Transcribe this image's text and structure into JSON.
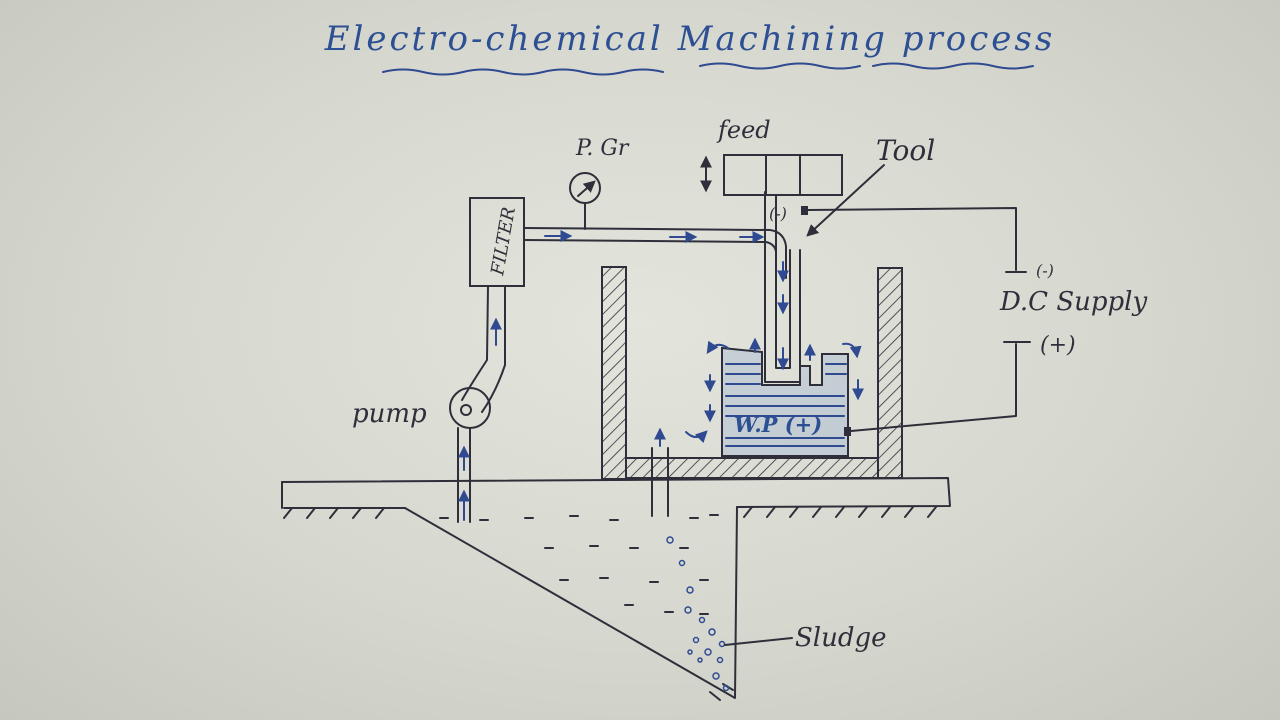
{
  "title": "Electro-chemical Machining process",
  "labels": {
    "pressure_gauge": "P. Gr",
    "feed": "feed",
    "tool": "Tool",
    "filter": "FILTER",
    "pump": "pump",
    "dc_supply": "D.C Supply",
    "negative": "(-)",
    "positive": "(+)",
    "tool_polarity": "(-)",
    "workpiece": "W.P (+)",
    "sludge": "Sludge"
  },
  "colors": {
    "ink": "#2e2f3a",
    "blue_ink": "#2f4a90",
    "paper": "#dcded5"
  }
}
